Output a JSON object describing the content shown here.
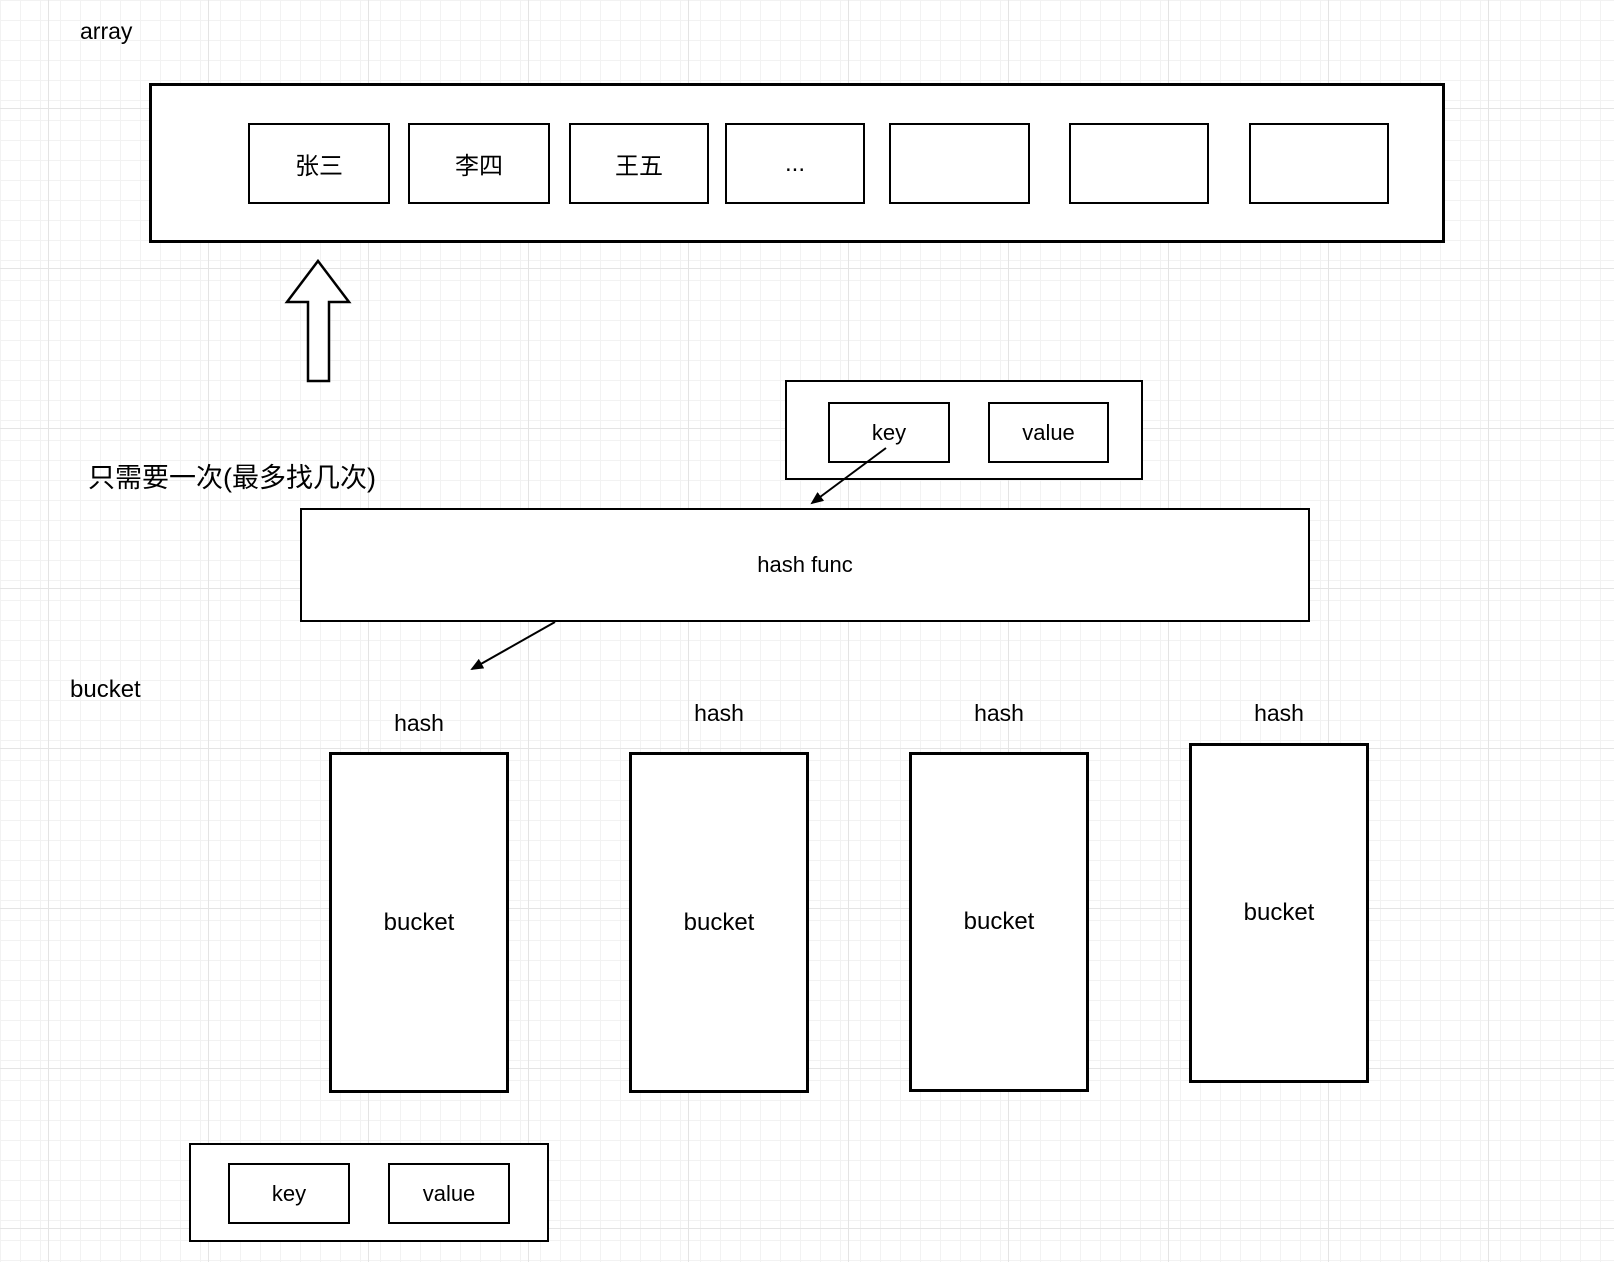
{
  "labels": {
    "array": "array",
    "note": "只需要一次(最多找几次)",
    "hash_func": "hash func",
    "bucket_section": "bucket"
  },
  "array": {
    "cells": [
      "张三",
      "李四",
      "王五",
      "...",
      "",
      "",
      ""
    ]
  },
  "kv_top": {
    "key": "key",
    "value": "value"
  },
  "kv_bottom": {
    "key": "key",
    "value": "value"
  },
  "buckets": [
    {
      "hash_label": "hash",
      "label": "bucket"
    },
    {
      "hash_label": "hash",
      "label": "bucket"
    },
    {
      "hash_label": "hash",
      "label": "bucket"
    },
    {
      "hash_label": "hash",
      "label": "bucket"
    }
  ],
  "colors": {
    "stroke": "#000000",
    "canvas": "#ffffff"
  }
}
